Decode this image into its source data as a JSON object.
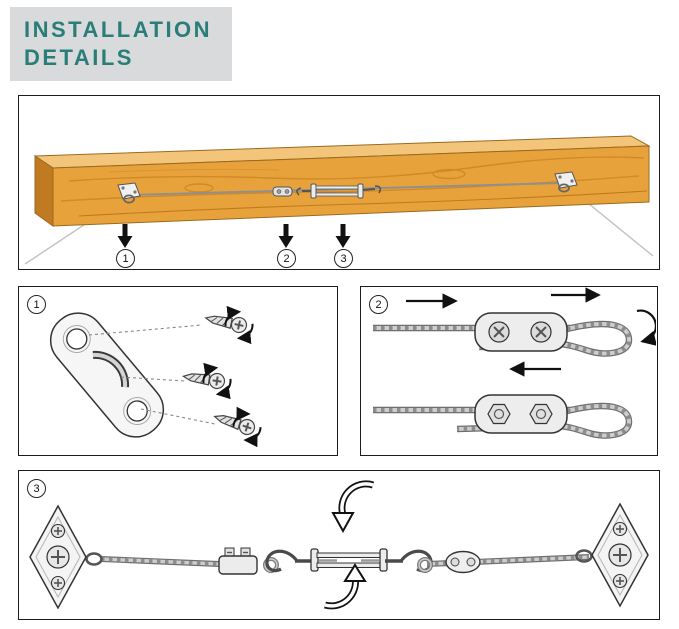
{
  "header": {
    "line1": "INSTALLATION",
    "line2": "DETAILS"
  },
  "colors": {
    "title": "#2a7d78",
    "header_bg": "#d8dadc",
    "outline": "#1c1c1c",
    "wood_front": "#e8a23c",
    "wood_top": "#f3c57b",
    "wood_end": "#c07a22"
  },
  "overview": {
    "callouts": [
      "1",
      "2",
      "3"
    ]
  },
  "detail_panels": [
    {
      "label": "1"
    },
    {
      "label": "2"
    },
    {
      "label": "3"
    }
  ]
}
